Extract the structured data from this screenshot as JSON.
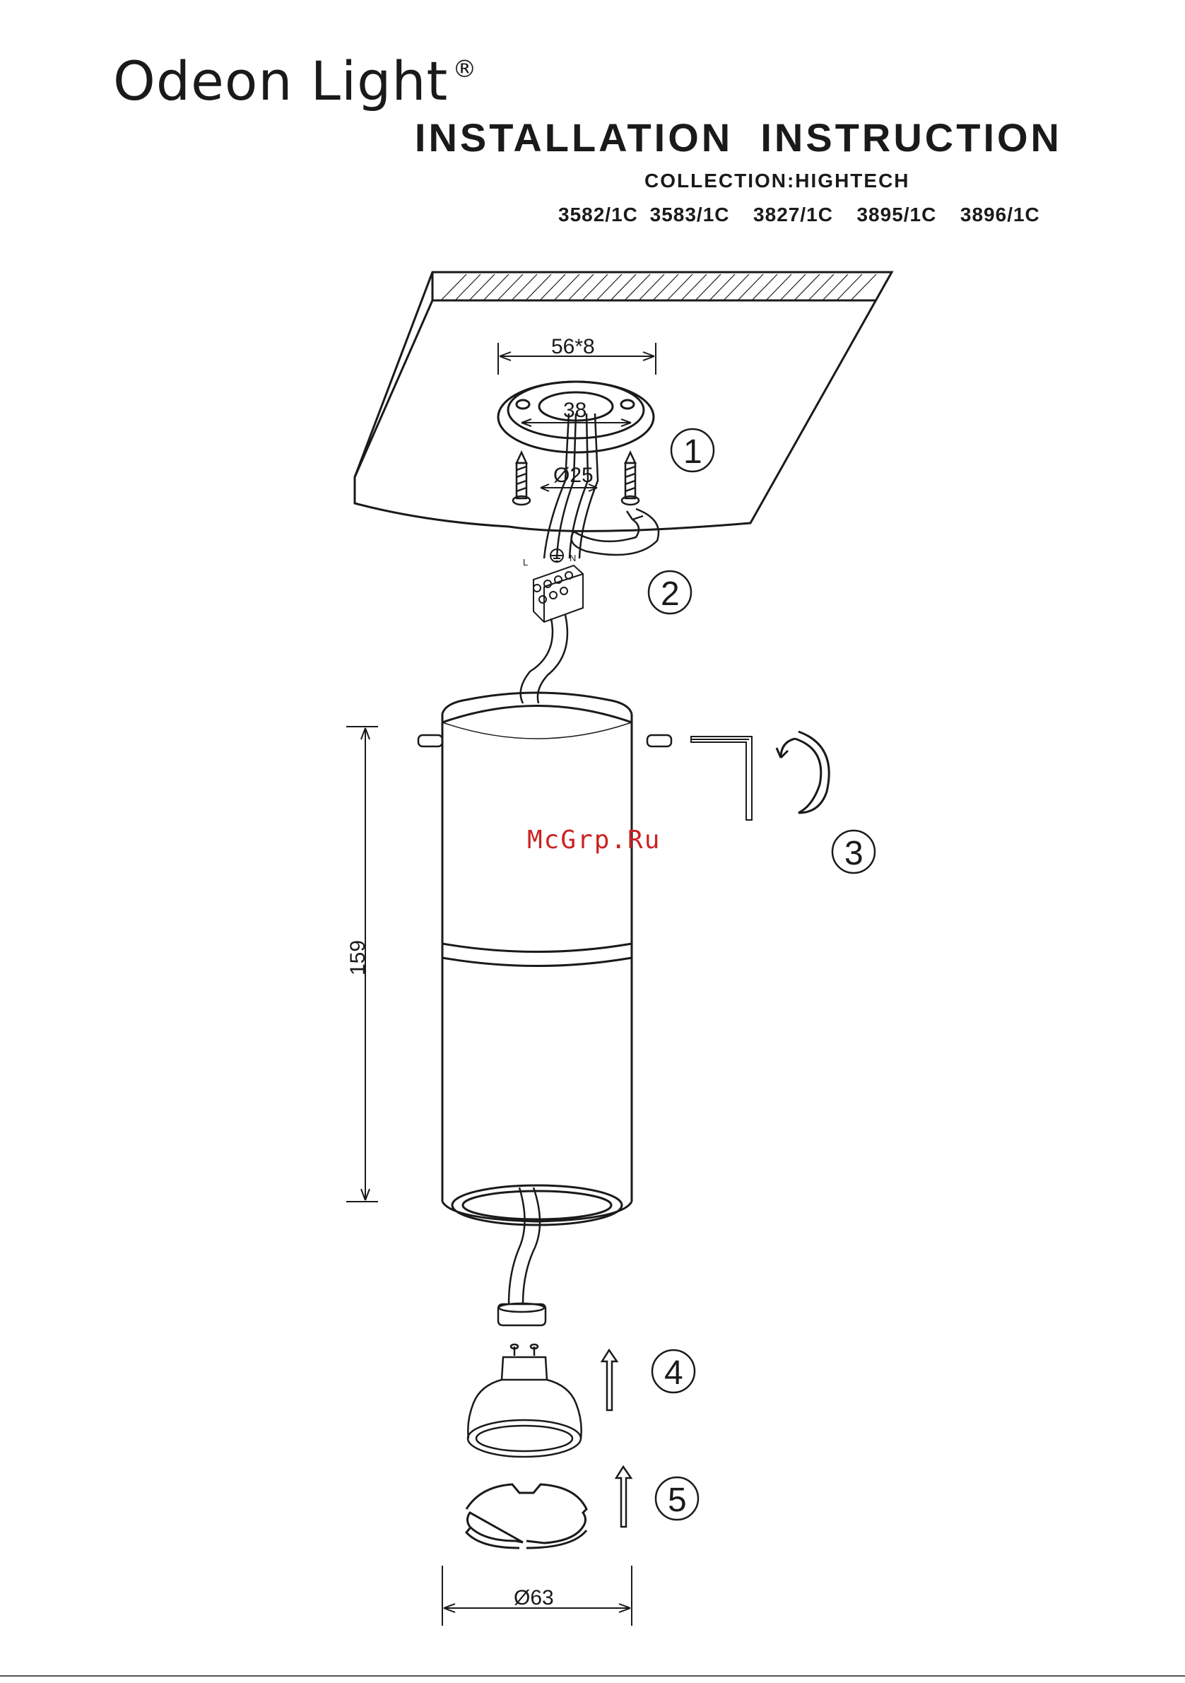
{
  "header": {
    "brand": "Odeon Light",
    "registered_mark": "®",
    "title": "INSTALLATION  INSTRUCTION",
    "collection": "COLLECTION:HIGHTECH",
    "models": "3582/1C 3583/1C  3827/1C  3895/1C  3896/1C"
  },
  "watermark": "McGrp.Ru",
  "dimensions": {
    "mount_width": "56*8",
    "mount_inner": "38",
    "hole_spacing": "Ø25",
    "height": "159",
    "diameter": "Ø63"
  },
  "wiring_labels": {
    "live": "L",
    "neutral": "N"
  },
  "steps": [
    "1",
    "2",
    "3",
    "4",
    "5"
  ],
  "colors": {
    "line": "#1a1a1a",
    "watermark": "#cc2222"
  }
}
